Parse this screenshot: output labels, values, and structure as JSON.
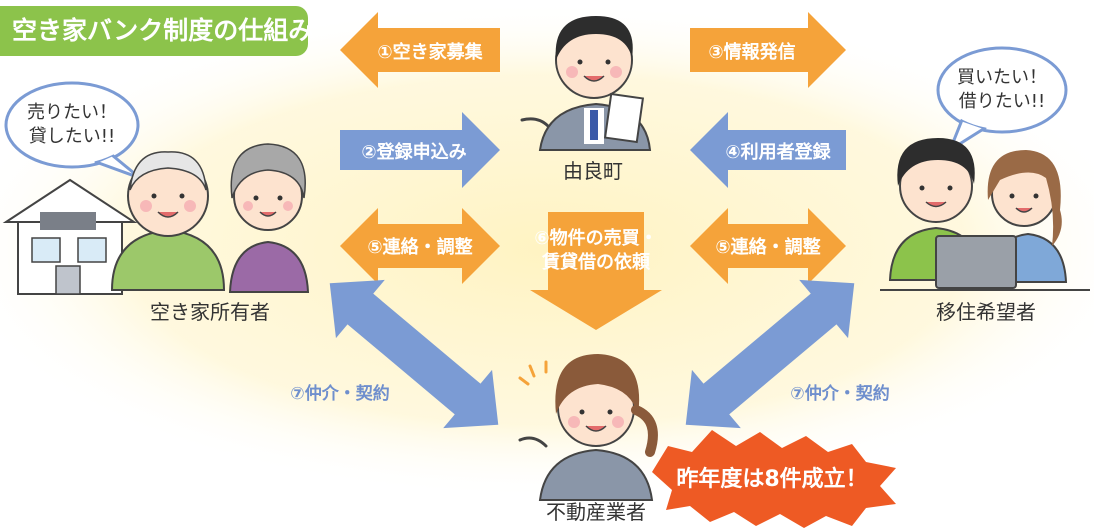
{
  "title": "空き家バンク制度の仕組み",
  "actors": {
    "town": "由良町",
    "owner": "空き家所有者",
    "migrant": "移住希望者",
    "agent": "不動産業者"
  },
  "bubbles": {
    "owner_line1": "売りたい！",
    "owner_line2": "貸したい!!",
    "migrant_line1": "買いたい！",
    "migrant_line2": "借りたい!!"
  },
  "arrows": {
    "a1": "①空き家募集",
    "a2": "②登録申込み",
    "a3": "③情報発信",
    "a4": "④利用者登録",
    "a5_left": "⑤連絡・調整",
    "a5_right": "⑤連絡・調整",
    "a6_line1": "⑥物件の売買・",
    "a6_line2": "賃貸借の依頼",
    "a7_left": "⑦仲介・契約",
    "a7_right": "⑦仲介・契約"
  },
  "badge": "昨年度は8件成立！",
  "colors": {
    "orange": "#f5a33a",
    "blue": "#7b9bd4",
    "green": "#8cc34b",
    "badge": "#ee5a24",
    "glow": "#fff3c2"
  }
}
